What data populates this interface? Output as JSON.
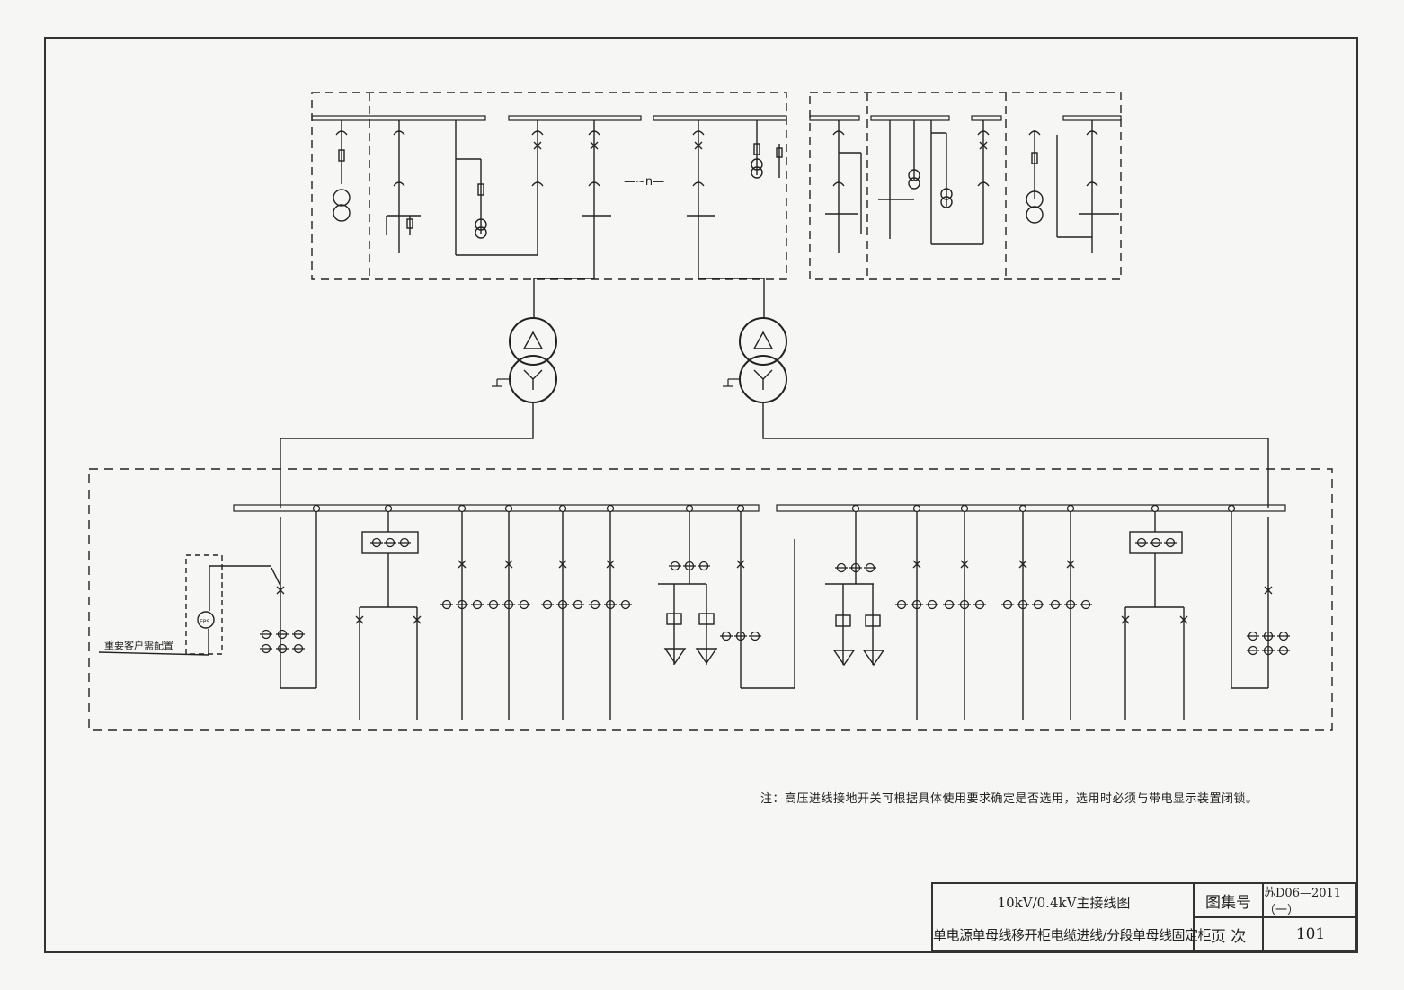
{
  "diagram": {
    "hv_separator_label": "—~n—",
    "ups_label": "EPS",
    "vip_note": "重要客户需配置"
  },
  "note": {
    "text": "注：高压进线接地开关可根据具体使用要求确定是否选用，选用时必须与带电显示装置闭锁。"
  },
  "title_block": {
    "title_line1": "10kV/0.4kV主接线图",
    "title_line2": "单电源单母线移开柜电缆进线/分段单母线固定柜",
    "atlas_label": "图集号",
    "atlas_value": "苏D06—2011（一）",
    "page_label": "页  次",
    "page_value": "101"
  }
}
